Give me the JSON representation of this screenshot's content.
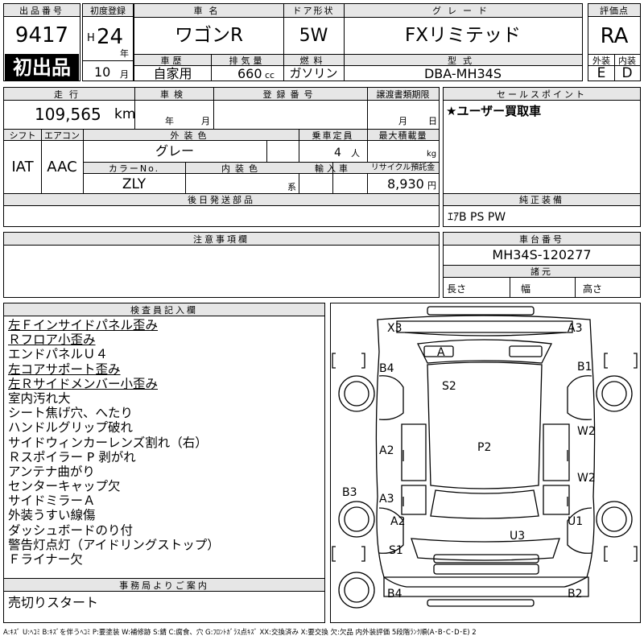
{
  "header": {
    "exhibit_no_label": "出品番号",
    "exhibit_no": "9417",
    "first_listing_badge": "初出品",
    "first_reg_label": "初度登録",
    "era": "H",
    "year": "24",
    "year_unit": "年",
    "month": "10",
    "month_unit": "月",
    "car_name_label": "車名",
    "car_name": "ワゴンR",
    "door_label": "ドア形状",
    "door": "5W",
    "grade_label": "グレード",
    "grade": "FXリミテッド",
    "score_label": "評価点",
    "score": "RA",
    "history_label": "車歴",
    "history": "自家用",
    "displacement_label": "排気量",
    "displacement": "660",
    "displacement_unit": "cc",
    "fuel_label": "燃料",
    "fuel": "ガソリン",
    "model_label": "型式",
    "model": "DBA-MH34S",
    "exterior_label": "外装",
    "exterior": "E",
    "interior_label": "内装",
    "interior": "D"
  },
  "row2": {
    "mileage_label": "走行",
    "mileage": "109,565",
    "mileage_unit": "km",
    "inspection_label": "車検",
    "inspection_year_unit": "年",
    "inspection_month_unit": "月",
    "reg_no_label": "登録番号",
    "transfer_label": "譲渡書類期限",
    "transfer_month_unit": "月",
    "transfer_day_unit": "日",
    "shift_label": "シフト",
    "shift": "IAT",
    "ac_label": "エアコン",
    "ac": "AAC",
    "ext_color_label": "外装色",
    "ext_color": "グレー",
    "capacity_label": "乗車定員",
    "capacity": "4",
    "capacity_unit": "人",
    "max_load_label": "最大積載量",
    "max_load_unit": "kg",
    "color_no_label": "カラーNo.",
    "color_no": "ZLY",
    "int_color_label": "内装色",
    "int_color_suffix": "系",
    "import_label": "輸入車",
    "recycle_label": "リサイクル預託金",
    "recycle": "8,930",
    "recycle_unit": "円",
    "later_parts_label": "後日発送部品"
  },
  "sales_point": {
    "label": "セールスポイント",
    "text": "★ユーザー買取車"
  },
  "equipment": {
    "label": "純正装備",
    "text": "ｴｱB PS PW"
  },
  "notes": {
    "label": "注意事項欄"
  },
  "chassis": {
    "label": "車台番号",
    "value": "MH34S-120277",
    "dims_label": "諸元",
    "length_label": "長さ",
    "width_label": "幅",
    "height_label": "高さ"
  },
  "inspector": {
    "label": "検査員記入欄",
    "items": [
      {
        "text": "左Ｆインサイドパネル歪み",
        "underline": true
      },
      {
        "text": "Ｒフロア小歪み",
        "underline": true
      },
      {
        "text": "エンドパネルＵ４",
        "underline": false
      },
      {
        "text": "左コアサポート歪み",
        "underline": true
      },
      {
        "text": "左Ｒサイドメンバー小歪み",
        "underline": true
      },
      {
        "text": "室内汚れ大",
        "underline": false
      },
      {
        "text": "シート焦げ穴、へたり",
        "underline": false
      },
      {
        "text": "ハンドルグリップ破れ",
        "underline": false
      },
      {
        "text": "サイドウィンカーレンズ割れ（右）",
        "underline": false
      },
      {
        "text": "Ｒスポイラー P 剥がれ",
        "underline": false
      },
      {
        "text": "アンテナ曲がり",
        "underline": false
      },
      {
        "text": "センターキャップ欠",
        "underline": false
      },
      {
        "text": "サイドミラーＡ",
        "underline": false
      },
      {
        "text": "外装うすい線傷",
        "underline": false
      },
      {
        "text": "ダッシュボードのり付",
        "underline": false
      },
      {
        "text": "警告灯点灯（アイドリングストップ）",
        "underline": false
      },
      {
        "text": "Ｆライナー欠",
        "underline": false
      }
    ]
  },
  "office": {
    "label": "事務局よりご案内",
    "text": "売切りスタート"
  },
  "diagram": {
    "x3": "X3",
    "a3_top": "A3",
    "a_windshield": "A",
    "b4_top": "B4",
    "b1": "B1",
    "s2": "S2",
    "a2_left": "A2",
    "p2": "P2",
    "w2_upper": "W2",
    "w2_lower": "W2",
    "b3": "B3",
    "a3_left": "A3",
    "a2_low": "A2",
    "u1": "U1",
    "u3": "U3",
    "s1": "S1",
    "b4_bottom": "B4",
    "b2": "B2"
  },
  "legend": "A:ｷｽﾞ U:ﾍｺﾐ B:ｷｽﾞを伴うﾍｺﾐ P:要塗装 W:補修跡 S:錆 C:腐食、穴 G:ﾌﾛﾝﾄｶﾞﾗｽ点ｷｽﾞ XX:交換済み X:要交換 欠:欠品 内外装評価 5段階ﾗﾝｸ順(A･B･C･D･E) 2"
}
